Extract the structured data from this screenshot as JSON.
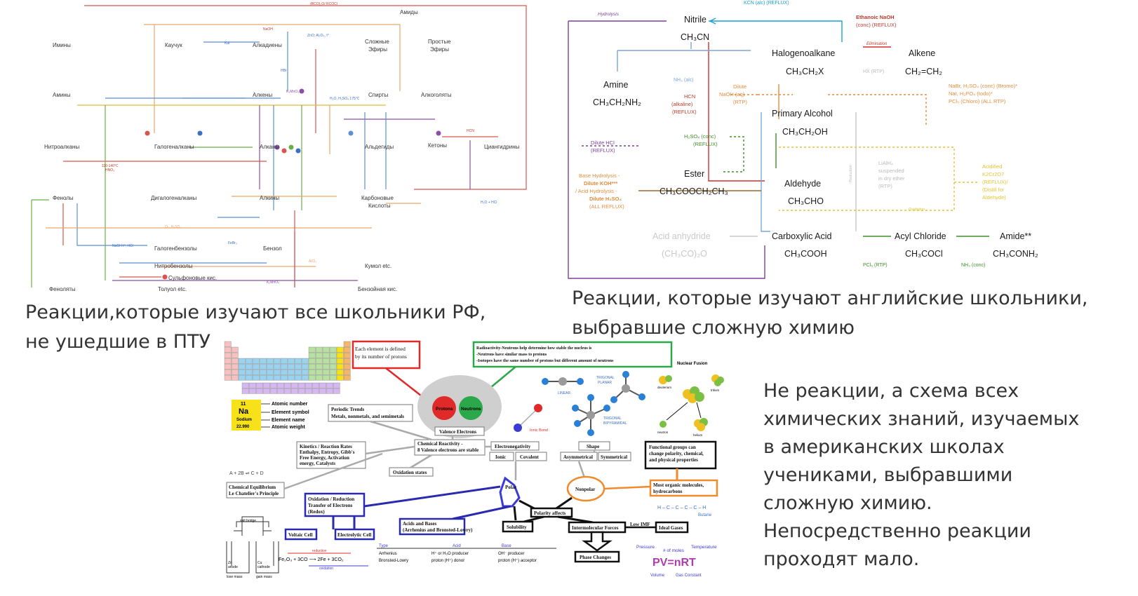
{
  "captions": {
    "russia": "Реакции,которые изучают все школьники РФ,\nне ушедшие в ПТУ",
    "england": "Реакции, которые изучают английские школьники,\nвыбравшие сложную химию",
    "usa": "Не реакции, а схема всех\nхимических знаний, изучаемых\nв американских школах\nучениками, выбравшими\nсложную химию.\nНепосредственно реакции\nпроходят мало."
  },
  "ru_diagram": {
    "nodes": {
      "amidy": "Амиды",
      "iminy": "Имины",
      "kauchuk": "Каучук",
      "alkadieny": "Алкадиены",
      "slozhnye_efiry": "Сложные\nЭфиры",
      "prostye_efiry": "Простые\nЭфиры",
      "aminy": "Амины",
      "alkeny": "Алкены",
      "spirty": "Спирты",
      "alkogolyaty": "Алкоголяты",
      "nitroalkany": "Нитроалканы",
      "galogenalkany": "Галогеналканы",
      "alkany": "Алканы",
      "aldegidy": "Альдегиды",
      "ketony": "Кетоны",
      "ciangidriny": "Циангидрины",
      "fenoly": "Фенолы",
      "digalogenalkany": "Дигалогеналканы",
      "alkiny": "Алкины",
      "karbonovye": "Карбоновые\nКислоты",
      "galogenbenzoly": "Галогенбензолы",
      "benzol": "Бензол",
      "nitrobenzoly": "Нитробензолы",
      "kumol": "Кумол etc.",
      "sulfonovye": "Сульфоновые кис.",
      "fenolyaty": "Феноляты",
      "toluol": "Толуол etc.",
      "benzoynaya": "Бензойная кис."
    },
    "labels": {
      "rco2o": "(RCO)₂O/ RCOCl",
      "naoh": "NaOH",
      "zno": "ZnO; Al₂O₃, t°",
      "kat": "Kat",
      "hbr": "HBr",
      "kmno4": "K₂MnO₄",
      "h2so4_175": "H₂O, H₂SO₄ 175°C",
      "hno3": "HNO₃",
      "temp": "110-140°C",
      "hcn": "HCN",
      "h2o_hcl": "H₂O + HCl",
      "o2_h2so4": "O₂, H₂SO₄",
      "feb": "FeBr₃",
      "alcl3": "AlCl₃",
      "kmno4_b": "K₂MnO₄",
      "naoh_hcl": "NaOH t°; HCl"
    }
  },
  "en_diagram": {
    "nitrile": "Nitrile",
    "nitrile_formula": "CH₃CN",
    "kcn": "KCN (alc) (REFLUX)",
    "hydrolysis": "Hydrolysis",
    "ethanoic": "Ethanoic NaOH",
    "conc_reflux": "(conc) (REFLUX)",
    "elimination": "Elimination",
    "halogenoalkane": "Halogenoalkane",
    "halo_formula": "CH₃CH₂X",
    "hx": "HX (RTP)",
    "alkene": "Alkene",
    "alkene_formula": "CH₂=CH₂",
    "amine": "Amine",
    "amine_formula": "CH₃CH₂NH₂",
    "nh3_alc": "NH₃ (alc)",
    "hcn_label": "HCN\n(alkaline)\n(REFLUX)",
    "dilute_naoh": "Dilute\nNaOH (aq)\n(RTP)",
    "nabr": "NaBr, H₂SO₄ (conc) (Bromo)*\nNaI, H₃PO₄ (Iodo)*\nPCl₅ (Chloro) (ALL RTP)",
    "primary_alcohol": "Primary Alcohol",
    "alcohol_formula": "CH₃CH₂OH",
    "dilute_hcl": "Dilute HCl\n(REFLUX)",
    "h2so4_conc": "H₂SO₄ (conc)\n(REFLUX)",
    "lialh4": "LiAlH₄\nsuspended\nin dry ether\n(RTP)",
    "acidified": "Acidified\nK2Cr2O7\n(REFLUX)/\n(Distill for\nAldehyde)",
    "ester": "Ester",
    "ester_formula": "CH₃COOCH₂CH₃",
    "base_hydrolysis": "Base Hydrolysis -\nDilute KOH***\n/ Acid Hydrolysis -\nDilute H₂SO₄\n(ALL REFLUX)",
    "aldehyde": "Aldehyde",
    "aldehyde_formula": "CH₃CHO",
    "reduction": "Reduction",
    "oxidation": "Oxidation",
    "acid_anhydride": "Acid anhydride",
    "anhydride_formula": "(CH₃CO)₂O",
    "carboxylic": "Carboxylic Acid",
    "carboxylic_formula": "CH₃COOH",
    "acyl_chloride": "Acyl Chloride",
    "acyl_formula": "CH₃COCl",
    "amide": "Amide**",
    "amide_formula": "CH₃CONH₂",
    "pcl5": "PCl₅ (RTP)",
    "nh3_conc": "NH₃ (conc)"
  },
  "us_diagram": {
    "element_defined": "Each element is defined\nby its number of protons",
    "radioactivity": "Radioactivity-Neutrons help determine how stable the nucleus is\n-Neutrons have similar mass to protons\n-Isotopes have the same number of protons but different amount of neutrons",
    "protons": "Protons",
    "neutrons": "Neutrons",
    "valence": "Valence Electrons",
    "periodic_trends": "Periodic Trends\nMetals, nonmetals, and semimetals",
    "atomic_number_val": "11",
    "atomic_symbol": "Na",
    "element_name_val": "Sodium",
    "atomic_weight_val": "22.990",
    "atomic_number": "Atomic number",
    "element_symbol": "Element symbol",
    "element_name": "Element name",
    "atomic_weight": "Atomic weight",
    "kinetics": "Kinetics / Reaction Rates\nEnthalpy, Entropy, Gibb's\nFree Energy, Activation\nenergy, Catalysts",
    "chem_reactivity": "Chemical Reactivity -\n8 Valence electrons are stable",
    "electronegativity": "Electronegativity",
    "shape": "Shape",
    "ionic": "Ionic",
    "covalent": "Covalent",
    "asymmetrical": "Asymmetrical",
    "symmetrical": "Symmetrical",
    "functional": "Functional groups can\nchange polarity, chemical,\nand physical properties",
    "equilibrium_eq": "A + 2B ⇌ C + D",
    "oxidation_states": "Oxidation states",
    "chem_equilibrium": "Chemical Equilibrium\nLe Chatelier's Principle",
    "polar": "Polar",
    "nonpolar": "Nonpolar",
    "organic": "Most organic molecules,\nhydrocarbons",
    "butane": "Butane",
    "redox": "Oxidation / Reduction\nTransfer of Electrons\n(Redox)",
    "polarity_affects": "Polarity affects",
    "voltaic": "Voltaic Cell",
    "electrolytic": "Electrolytic Cell",
    "acids_bases": "Acids and Bases\n(Arrhenius and Bronsted-Lowry)",
    "solubility": "Solubility",
    "intermolecular": "Intermolecular Forces",
    "low_imf": "Low IMF",
    "ideal_gases": "Ideal Gases",
    "phase_changes": "Phase Changes",
    "pv_nrt": "PV=nRT",
    "pressure": "Pressure",
    "moles": "# of moles",
    "temperature": "Temperature",
    "volume": "Volume",
    "gas_constant": "Gas Constant",
    "linear": "LINEAR",
    "trigonal_planar": "TRIGONAL\nPLANAR",
    "trigonal_bipyramidal": "TRIGONAL\nBIPYRAMIDAL",
    "ionic_bond": "Ionic Bond",
    "nuclear_fusion": "Nuclear Fusion",
    "deuterium": "deuterium",
    "tritium": "tritium",
    "neutron": "neutron",
    "helium": "helium",
    "table_headers": [
      "Type",
      "Acid",
      "Base"
    ],
    "table_rows": [
      [
        "Arrhenius",
        "H⁺ or H₃O producer",
        "OH⁻ producer"
      ],
      [
        "Bronsted-Lowry",
        "proton (H⁺) donor",
        "proton (H⁺) acceptor"
      ]
    ],
    "fe2o3_eq": "Fe₂O₃ + 3CO ⟶ 2Fe + 3CO₂",
    "reduction_small": "reduction",
    "oxidation_small": "oxidation",
    "salt_bridge": "salt bridge",
    "zn_anode": "Zn\nanode",
    "cu_cathode": "Cu\ncathode",
    "lose_mass": "lose mass",
    "gain_mass": "gain mass"
  }
}
